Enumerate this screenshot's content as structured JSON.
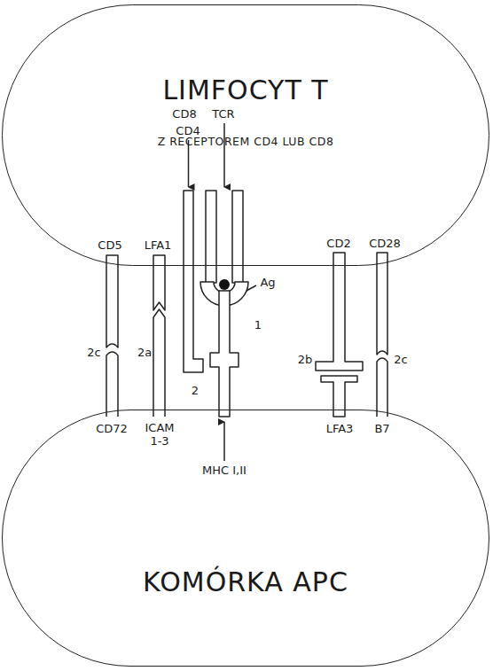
{
  "diagram": {
    "nodes": [
      {
        "text": [
          "LIMFOCYT T",
          "Z RECEPTOREM CD4 LUB CD8"
        ]
      },
      {
        "text": [
          "KOMÓRKA APC"
        ]
      }
    ],
    "labels": [
      "CD8",
      "TCR",
      "CD4",
      "CD5",
      "LFA1",
      "CD2",
      "CD28",
      "Ag",
      "1",
      "2b",
      "2c",
      "2a",
      "2c",
      "2",
      "CD72",
      "ICAM 1-3",
      "LFA3",
      "B7",
      "MHC I,II"
    ]
  }
}
